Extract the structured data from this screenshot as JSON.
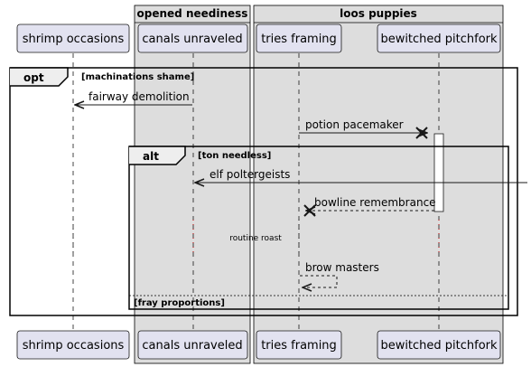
{
  "groups": [
    {
      "title": "opened neediness"
    },
    {
      "title": "loos puppies"
    }
  ],
  "participants": [
    {
      "label": "shrimp occasions"
    },
    {
      "label": "canals unraveled"
    },
    {
      "label": "tries framing"
    },
    {
      "label": "bewitched pitchfork"
    }
  ],
  "fragments": {
    "opt": {
      "keyword": "opt",
      "guard": "[machinations shame]"
    },
    "alt": {
      "keyword": "alt",
      "guard": "[ton needless]",
      "else_guard": "[fray proportions]"
    }
  },
  "messages": [
    {
      "label": "fairway demolition",
      "style": "solid",
      "from": "canals unraveled",
      "to": "shrimp occasions"
    },
    {
      "label": "potion pacemaker",
      "style": "solid",
      "from": "tries framing",
      "to": "bewitched pitchfork",
      "end": "destroy"
    },
    {
      "label": "elf poltergeists",
      "style": "solid",
      "from": "outside",
      "to": "canals unraveled"
    },
    {
      "label": "bowline remembrance",
      "style": "dashed",
      "from": "bewitched pitchfork",
      "to": "tries framing",
      "end": "destroy"
    },
    {
      "label": "brow masters",
      "style": "dashed",
      "from": "tries framing",
      "to": "tries framing"
    }
  ],
  "delay_text": "routine roast",
  "colors": {
    "participant_fill": "#e2e2f0",
    "participant_border": "#181818",
    "group_fill": "#dddddd",
    "frame_border": "#000000"
  }
}
